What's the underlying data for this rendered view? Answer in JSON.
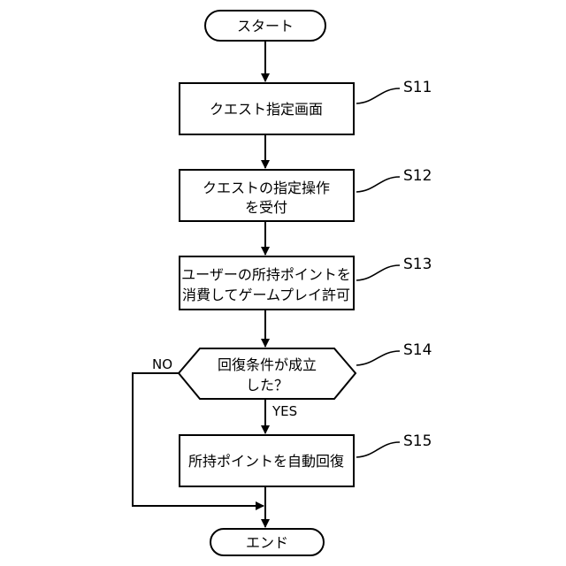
{
  "nodes": {
    "start": {
      "label": "スタート"
    },
    "s11": {
      "lines": [
        "クエスト指定画面"
      ],
      "step": "S11"
    },
    "s12": {
      "lines": [
        "クエストの指定操作",
        "を受付"
      ],
      "step": "S12"
    },
    "s13": {
      "lines": [
        "ユーザーの所持ポイントを",
        "消費してゲームプレイ許可"
      ],
      "step": "S13"
    },
    "s14": {
      "lines": [
        "回復条件が成立",
        "した？"
      ],
      "step": "S14"
    },
    "s15": {
      "lines": [
        "所持ポイントを自動回復"
      ],
      "step": "S15"
    },
    "end": {
      "label": "エンド"
    }
  },
  "edges": {
    "no_label": "NO",
    "yes_label": "YES"
  }
}
